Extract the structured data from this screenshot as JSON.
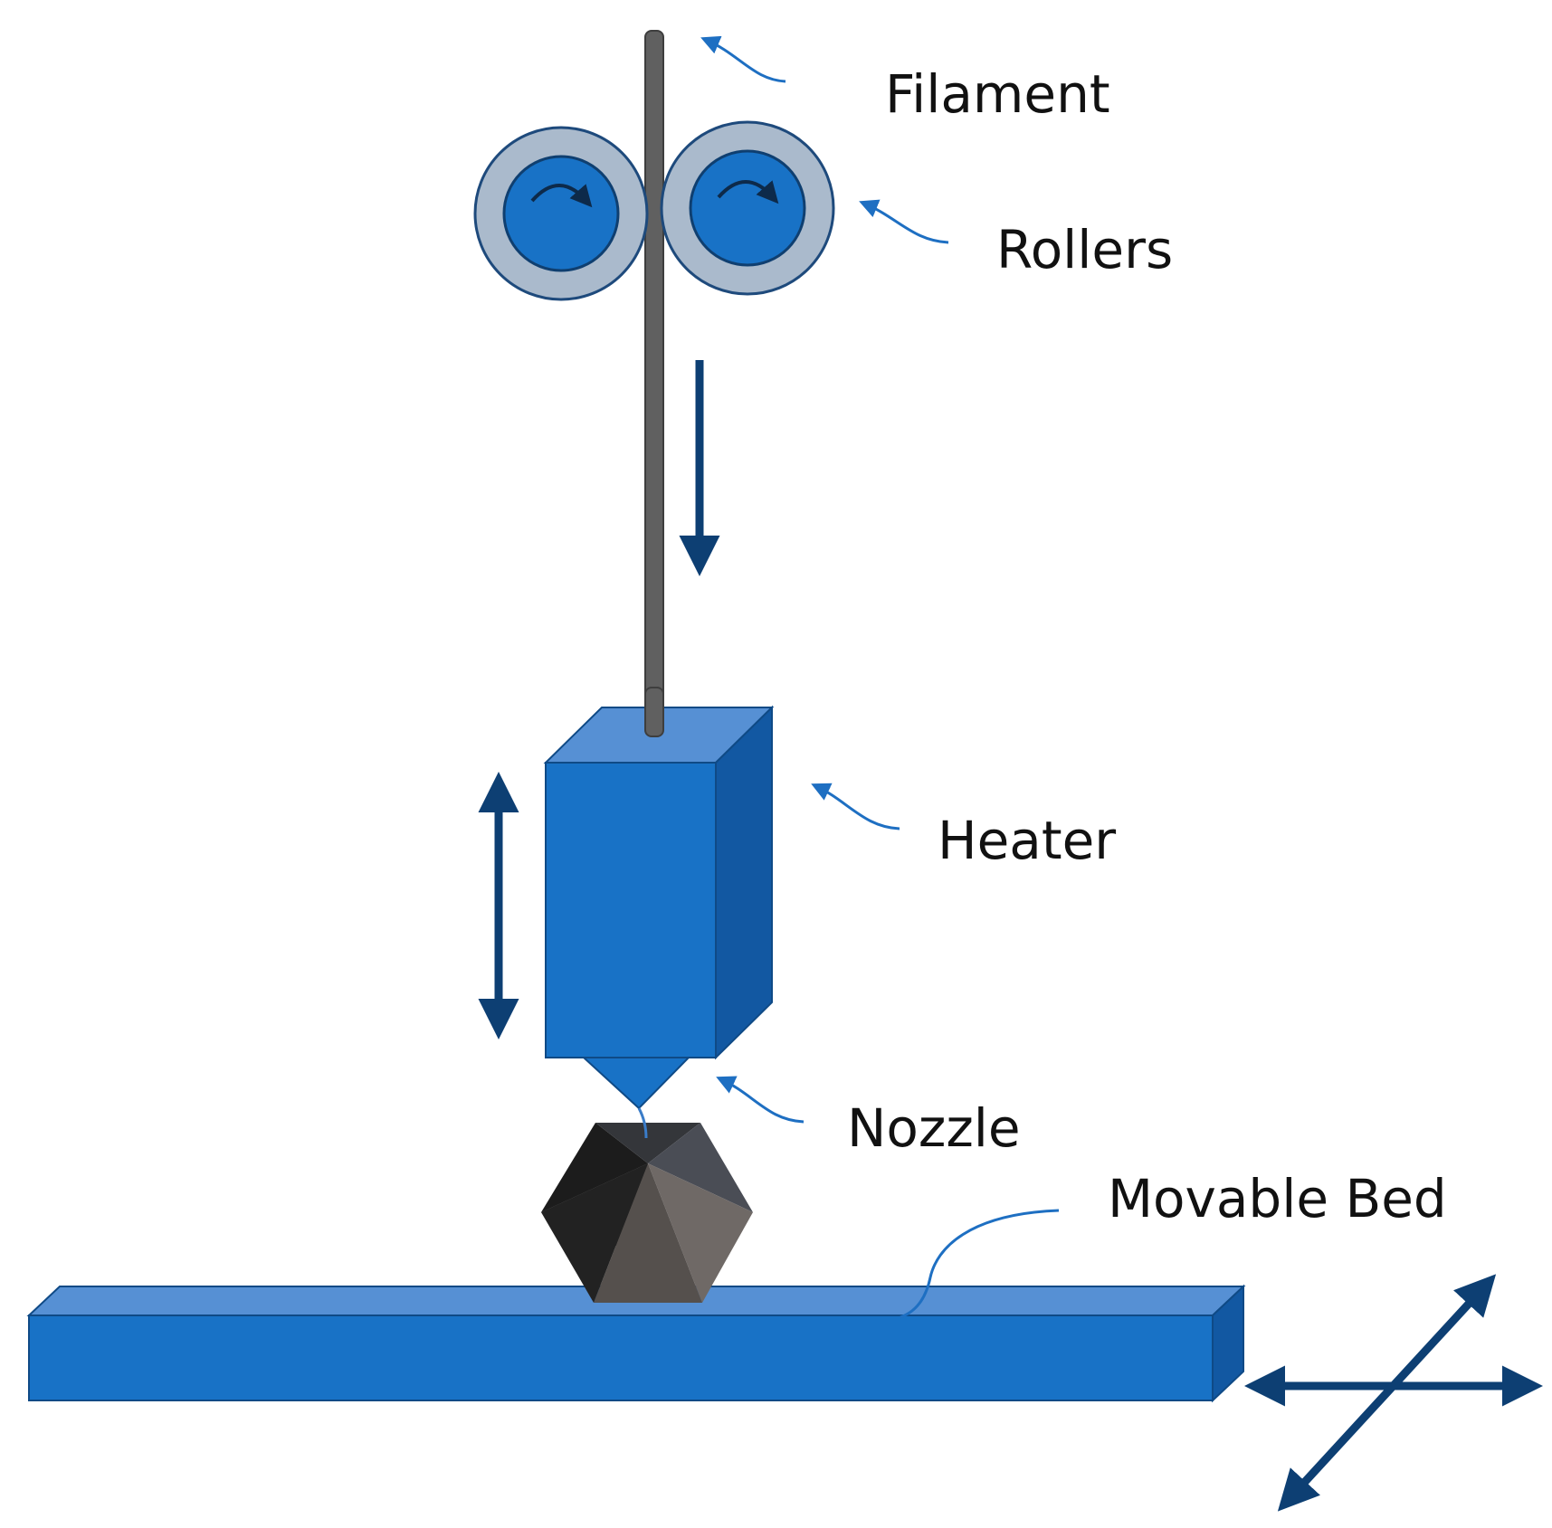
{
  "labels": {
    "filament": "Filament",
    "rollers": "Rollers",
    "heater": "Heater",
    "nozzle": "Nozzle",
    "movable_bed": "Movable Bed"
  },
  "colors": {
    "blue_front": "#1872C6",
    "blue_top": "#5690D4",
    "blue_side": "#1258A2",
    "blue_outline": "#0F4A86",
    "roller_ring": "#AABACC",
    "filament": "#606060",
    "arrow_dark": "#0D3F73",
    "pointer_blue": "#1E6FC2"
  },
  "icons": [
    "rotation-arrow-icon",
    "feed-arrow-icon",
    "vertical-motion-arrow-icon",
    "xy-motion-arrows-icon"
  ]
}
